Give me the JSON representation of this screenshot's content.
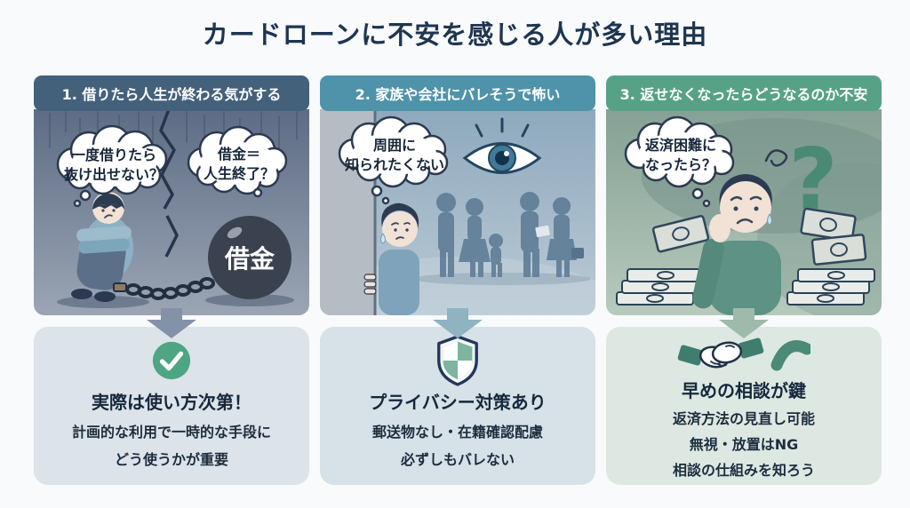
{
  "title": "カードローンに不安を感じる人が多い理由",
  "palette": {
    "background": "#f8fafb",
    "title_text": "#1e3550",
    "body_text": "#1d2d3e",
    "header_1": "#44617c",
    "header_2": "#4e93a9",
    "header_3": "#57a287",
    "arrow_1": "#8392a9",
    "arrow_2": "#8fb3c0",
    "arrow_3": "#9dbaab",
    "result_bg_1": "#dce3e9",
    "result_bg_2": "#d6e1e8",
    "result_bg_3": "#dde8e2",
    "check_green": "#4da583",
    "shield_green": "#7db59e"
  },
  "columns": [
    {
      "header": "1. 借りたら人生が終わる気がする",
      "bubbles": [
        {
          "lines": [
            "一度借りたら",
            "抜け出せない？"
          ]
        },
        {
          "lines": [
            "借金＝",
            "人生終了？"
          ]
        }
      ],
      "ball_label": "借金",
      "result": {
        "icon": "check-circle-icon",
        "title": "実際は使い方次第！",
        "lines": [
          "計画的な利用で一時的な手段に",
          "どう使うかが重要"
        ]
      }
    },
    {
      "header": "2. 家族や会社にバレそうで怖い",
      "bubbles": [
        {
          "lines": [
            "周囲に",
            "知られたくない"
          ]
        }
      ],
      "result": {
        "icon": "shield-icon",
        "title": "プライバシー対策あり",
        "lines": [
          "郵送物なし・在籍確認配慮",
          "必ずしもバレない"
        ]
      }
    },
    {
      "header": "3. 返せなくなったらどうなるのか不安",
      "bubbles": [
        {
          "lines": [
            "返済困難に",
            "なったら？"
          ]
        }
      ],
      "question_mark": "?",
      "result": {
        "icon": "handshake-phone-icon",
        "title": "早めの相談が鍵",
        "lines": [
          "返済方法の見直し可能",
          "無視・放置はNG",
          "相談の仕組みを知ろう"
        ]
      }
    }
  ]
}
